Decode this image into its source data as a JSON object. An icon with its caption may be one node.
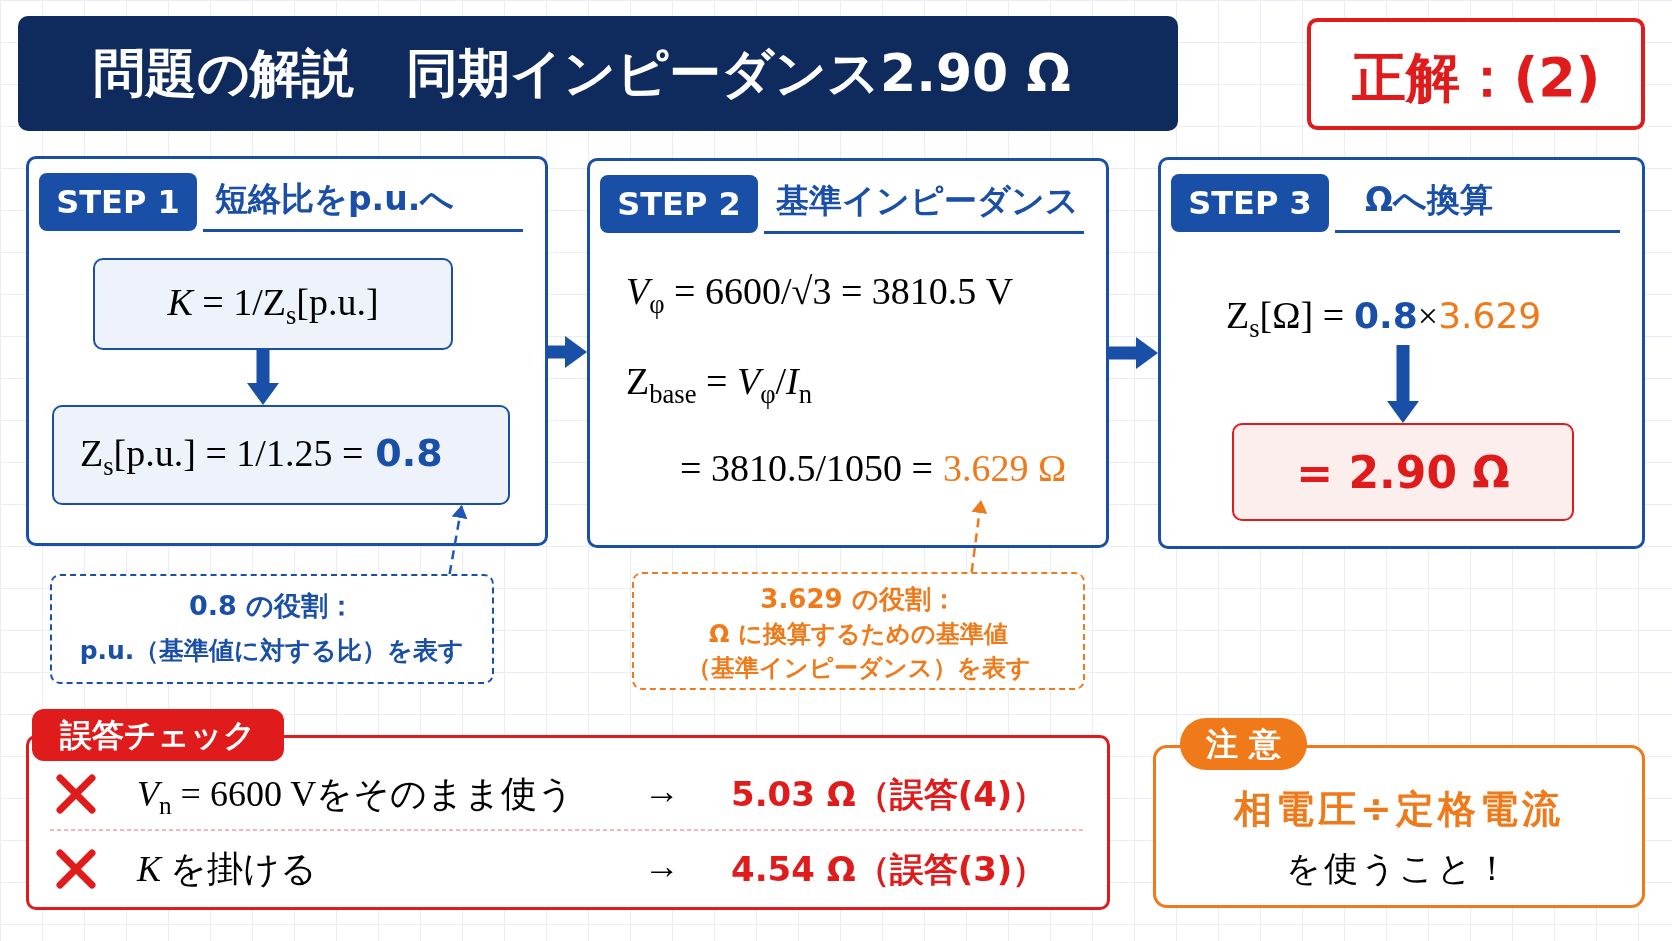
{
  "diagram": {
    "title": "問題の解説　同期インピーダンス2.90 Ω",
    "nodes": [
      {
        "text": [
          "正解：(2)"
        ]
      },
      {
        "text": [
          "STEP 1",
          "短絡比をp.u.へ"
        ]
      },
      {
        "text": [
          "*K* = 1/Z$_{s}$[p.u.]"
        ],
        "in": 1
      },
      {
        "text": [
          "Z$_{s}$[p.u.] = 1/1.25 =",
          "0.8"
        ],
        "in": 1
      },
      {
        "text": [
          "STEP 2",
          "基準インピーダンス",
          "*V*$_{φ}$ = 6600/√3 = 3810.5 V",
          "Z$_{base}$ = *V*$_{φ}$/*I*$_{n}$"
        ]
      },
      {
        "text": [
          "= 3810.5/1050 =",
          "3.629 Ω"
        ],
        "in": 4
      },
      {
        "text": [
          "STEP 3",
          "Ωへ換算"
        ]
      },
      {
        "text": [
          "Z$_{s}$[Ω] =",
          "0.8",
          "×",
          "3.629"
        ],
        "in": 6
      },
      {
        "text": [
          "= 2.90 Ω"
        ],
        "in": 6
      },
      {
        "text": [
          "0.8 の役割：",
          "p.u.（基準値に対する比）を表す"
        ]
      },
      {
        "text": [
          "3.629 の役割：",
          "Ω に換算するための基準値",
          "（基準インピーダンス）を表す"
        ]
      },
      {
        "text": [
          "誤答チェック",
          "*V*$_{n}$ = 6600 Vをそのまま使う",
          "→",
          "5.03 Ω（誤答(4)）",
          "*K* を掛ける",
          "→",
          "4.54 Ω（誤答(3)）"
        ]
      },
      {
        "text": [
          "注 意",
          "相電圧÷定格電流",
          "を使うこと！"
        ]
      }
    ],
    "edges": [
      {
        "from": 2,
        "to": 3,
        "arrow": "to"
      },
      {
        "from": 1,
        "to": 4,
        "arrow": "to"
      },
      {
        "from": 4,
        "to": 6,
        "arrow": "to"
      },
      {
        "from": 7,
        "to": 8,
        "arrow": "to"
      },
      {
        "from": 9,
        "to": 3,
        "arrow": "to",
        "style": "dashed",
        "color": "#1f56b8"
      },
      {
        "from": 10,
        "to": 5,
        "arrow": "to",
        "style": "dashed",
        "color": "#f07a1a"
      }
    ]
  }
}
